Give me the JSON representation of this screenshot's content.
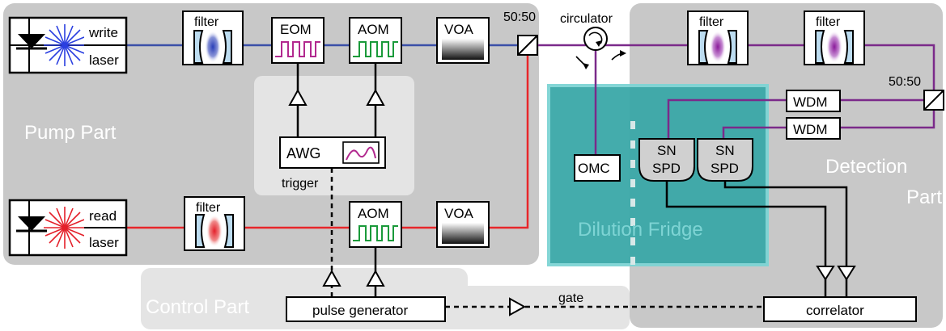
{
  "regions": {
    "pump": "Pump Part",
    "control": "Control Part",
    "detection_line1": "Detection",
    "detection_line2": "Part",
    "fridge": "Dilution Fridge"
  },
  "lasers": {
    "write_line1": "write",
    "write_line2": "laser",
    "read_line1": "read",
    "read_line2": "laser"
  },
  "components": {
    "filter": "filter",
    "eom": "EOM",
    "aom": "AOM",
    "voa": "VOA",
    "splitter": "50:50",
    "circulator": "circulator",
    "awg": "AWG",
    "trigger": "trigger",
    "omc": "OMC",
    "wdm": "WDM",
    "snspd_line1": "SN",
    "snspd_line2": "SPD",
    "pulse_generator": "pulse generator",
    "gate": "gate",
    "correlator": "correlator"
  },
  "colors": {
    "write_beam": "#3b4fa8",
    "read_beam": "#e8262a",
    "mixed_beam": "#7b2a8a",
    "eom_pulse": "#b2298f",
    "aom_pulse": "#1a9a3a",
    "fridge": "#3aa8a8",
    "region_gray": "#c8c8c8",
    "control_gray": "#e4e4e4"
  }
}
